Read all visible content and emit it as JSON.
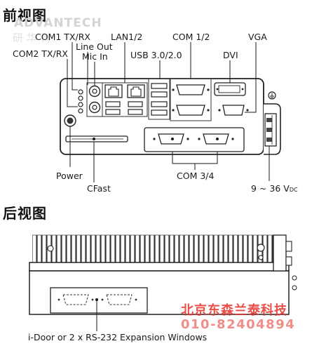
{
  "front": {
    "heading": "前视图",
    "labels": {
      "com1": "COM1 TX/RX",
      "com2": "COM2 TX/RX",
      "line_out": "Line Out",
      "mic_in": "Mic In",
      "lan": "LAN1/2",
      "usb": "USB 3.0/2.0",
      "com12": "COM 1/2",
      "dvi": "DVI",
      "vga": "VGA",
      "power": "Power",
      "cfast": "CFast",
      "com34": "COM 3/4",
      "dc_main": "9 ~ 36 V",
      "dc_sub": "DC"
    }
  },
  "rear": {
    "heading": "后视图",
    "idoor_label": "i-Door or 2 x RS-232 Expansion Windows"
  },
  "watermark": {
    "brand": "ADVANTECH",
    "brand_cn": "研 华 科",
    "company": "北京东森兰泰科技",
    "phone": "010-82404894",
    "color": "#e8302a"
  }
}
